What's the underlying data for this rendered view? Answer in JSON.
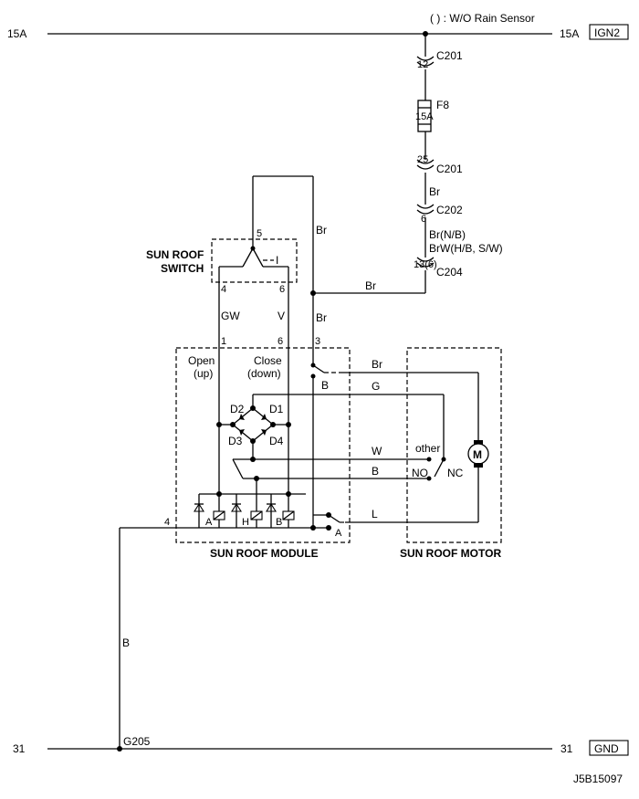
{
  "top_rail": {
    "left": "15A",
    "right": "15A",
    "tag": "IGN2",
    "note": "( ) : W/O Rain Sensor"
  },
  "bottom_rail": {
    "left": "31",
    "right": "31",
    "tag": "GND",
    "ground": "G205"
  },
  "connectors": {
    "c201_top": {
      "pin": "12",
      "name": "C201"
    },
    "fuse": {
      "name": "F8",
      "rating": "15A"
    },
    "c201_bot": {
      "pin": "25",
      "name": "C201"
    },
    "c202": {
      "pin": "6",
      "name": "C202"
    },
    "c204": {
      "pin": "13(6)",
      "name": "C204"
    }
  },
  "wires": {
    "br_main": "Br",
    "br_variants": [
      "Br(N/B)",
      "BrW(H/B, S/W)"
    ],
    "br_upper": "Br",
    "br_mid": "Br",
    "br_lower": "Br",
    "gw": "GW",
    "v": "V",
    "b_relay": "B",
    "br_motor": "Br",
    "g": "G",
    "w": "W",
    "b_motor": "B",
    "l": "L",
    "b_ground": "B"
  },
  "switch": {
    "title_line1": "SUN ROOF",
    "title_line2": "SWITCH",
    "pin_top": "5",
    "pin_left": "4",
    "pin_right": "6",
    "pos_label": "I"
  },
  "module": {
    "title": "SUN ROOF MODULE",
    "pins": [
      "1",
      "6",
      "3",
      "4"
    ],
    "open_line1": "Open",
    "open_line2": "(up)",
    "close_line1": "Close",
    "close_line2": "(down)",
    "diodes": [
      "D2",
      "D1",
      "D3",
      "D4"
    ],
    "relay_labels": [
      "A",
      "H",
      "B",
      "A"
    ]
  },
  "motor": {
    "title": "SUN ROOF MOTOR",
    "symbol": "M",
    "other": "other",
    "no": "NO",
    "nc": "NC"
  },
  "diagram_id": "J5B15097"
}
